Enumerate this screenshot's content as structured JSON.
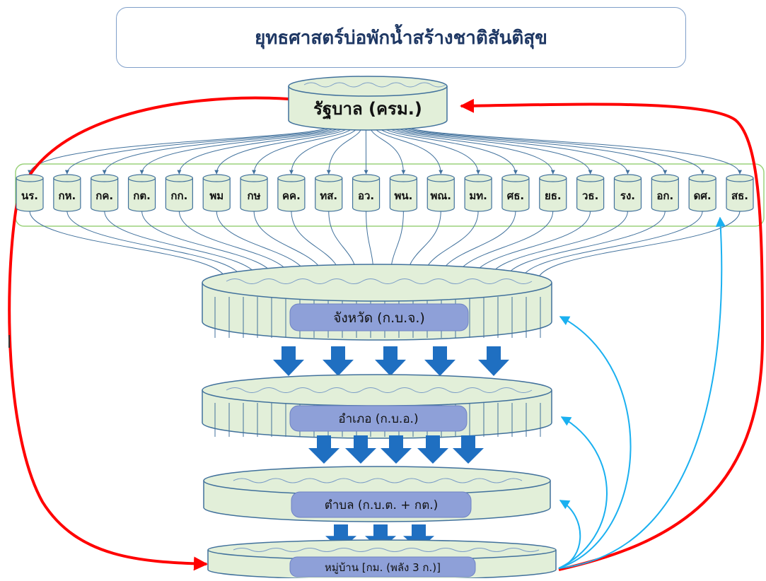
{
  "title": "ยุทธศาสตร์บ่อพักน้ำสร้างชาติสันติสุข",
  "government": "รัฐบาล (ครม.)",
  "ministries": [
    "นร.",
    "กห.",
    "กค.",
    "กต.",
    "กก.",
    "พม",
    "กษ",
    "คค.",
    "ทส.",
    "อว.",
    "พน.",
    "พณ.",
    "มท.",
    "ศธ.",
    "ยธ.",
    "วธ.",
    "รง.",
    "อก.",
    "ดศ.",
    "สธ."
  ],
  "levels": {
    "province": "จังหวัด (ก.บ.จ.)",
    "district": "อำเภอ (ก.บ.อ.)",
    "subdistrict": "ตำบล (ก.บ.ต. + กต.)",
    "village": "หมู่บ้าน [กม. (พลัง 3 ก.)]"
  },
  "colors": {
    "tank_fill": "#e2efd9",
    "tank_stroke": "#41719c",
    "pill_fill": "#8ea0d8",
    "down_arrow": "#1f6fc1",
    "feedback_red": "#ff0000",
    "feedback_cyan": "#1ab0f0",
    "group_border": "#9bd27b"
  }
}
